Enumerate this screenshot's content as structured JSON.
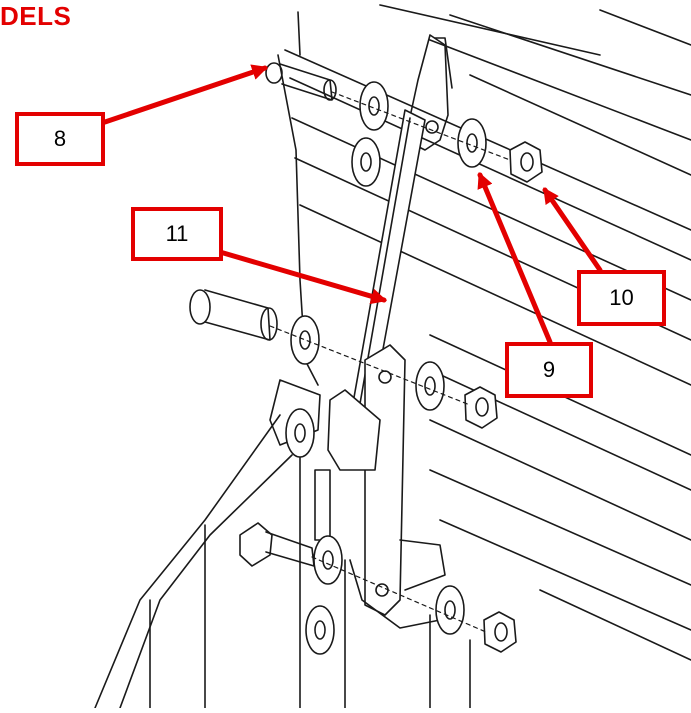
{
  "heading": "DELS",
  "colors": {
    "accent": "#e30000",
    "line": "#1a1a1a",
    "background": "#ffffff"
  },
  "callouts": [
    {
      "id": "8",
      "label": "8",
      "part": "bolt"
    },
    {
      "id": "11",
      "label": "11",
      "part": "link-bar"
    },
    {
      "id": "10",
      "label": "10",
      "part": "nut"
    },
    {
      "id": "9",
      "label": "9",
      "part": "washer"
    }
  ]
}
